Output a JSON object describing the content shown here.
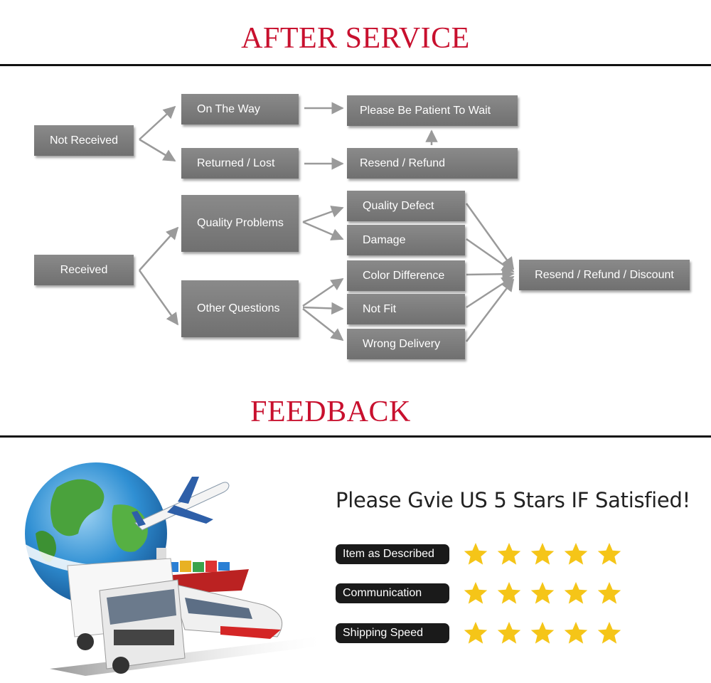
{
  "sections": {
    "after_service": "AFTER SERVICE",
    "feedback": "FEEDBACK",
    "title_color": "#c8102e"
  },
  "flow": {
    "not_received": "Not Received",
    "on_the_way": "On The Way",
    "returned_lost": "Returned / Lost",
    "please_wait": "Please Be Patient To Wait",
    "resend_refund": "Resend / Refund",
    "received": "Received",
    "quality_problems": "Quality Problems",
    "other_questions": "Other Questions",
    "quality_defect": "Quality Defect",
    "damage": "Damage",
    "color_difference": "Color Difference",
    "not_fit": "Not Fit",
    "wrong_delivery": "Wrong Delivery",
    "resend_refund_discount": "Resend / Refund / Discount",
    "box_color": "#7b7b7b",
    "arrow_color": "#9a9a9a"
  },
  "feedback": {
    "headline": "Please Gvie US 5 Stars IF Satisfied!",
    "ratings": [
      {
        "label": "Item as Described",
        "stars": 5
      },
      {
        "label": "Communication",
        "stars": 5
      },
      {
        "label": "Shipping Speed",
        "stars": 5
      }
    ],
    "star_color": "#f5c518",
    "illustration_icons": [
      "globe-icon",
      "airplane-icon",
      "cargo-ship-icon",
      "truck-icon",
      "train-icon"
    ]
  }
}
